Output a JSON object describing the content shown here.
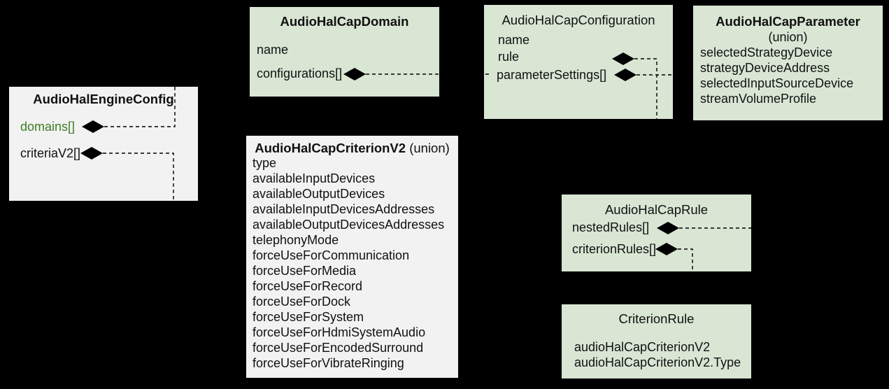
{
  "colors": {
    "background": "#000000",
    "green_fill": "#d8e6d3",
    "gray_fill": "#f2f2f2",
    "link_green": "#3d7d27",
    "text": "#111111"
  },
  "nodes": {
    "engine": {
      "title": "AudioHalEngineConfig",
      "fields": [
        "domains[]",
        "criteriaV2[]"
      ]
    },
    "domain": {
      "title": "AudioHalCapDomain",
      "fields": [
        "name",
        "configurations[]"
      ]
    },
    "configuration": {
      "title": "AudioHalCapConfiguration",
      "fields": [
        "name",
        "rule",
        "parameterSettings[]"
      ]
    },
    "parameter": {
      "title": "AudioHalCapParameter",
      "subtitle": "(union)",
      "fields": [
        "selectedStrategyDevice",
        "strategyDeviceAddress",
        "selectedInputSourceDevice",
        "streamVolumeProfile"
      ]
    },
    "criterion": {
      "title": "AudioHalCapCriterionV2",
      "title_suffix": " (union)",
      "fields": [
        "type",
        "availableInputDevices",
        "availableOutputDevices",
        "availableInputDevicesAddresses",
        "availableOutputDevicesAddresses",
        "telephonyMode",
        "forceUseForCommunication",
        "forceUseForMedia",
        "forceUseForRecord",
        "forceUseForDock",
        "forceUseForSystem",
        "forceUseForHdmiSystemAudio",
        "forceUseForEncodedSurround",
        "forceUseForVibrateRinging"
      ]
    },
    "rule": {
      "title": "AudioHalCapRule",
      "fields": [
        "nestedRules[]",
        "criterionRules[]"
      ]
    },
    "criterion_rule": {
      "title": "CriterionRule",
      "fields": [
        "audioHalCapCriterionV2",
        "audioHalCapCriterionV2.Type"
      ]
    }
  }
}
